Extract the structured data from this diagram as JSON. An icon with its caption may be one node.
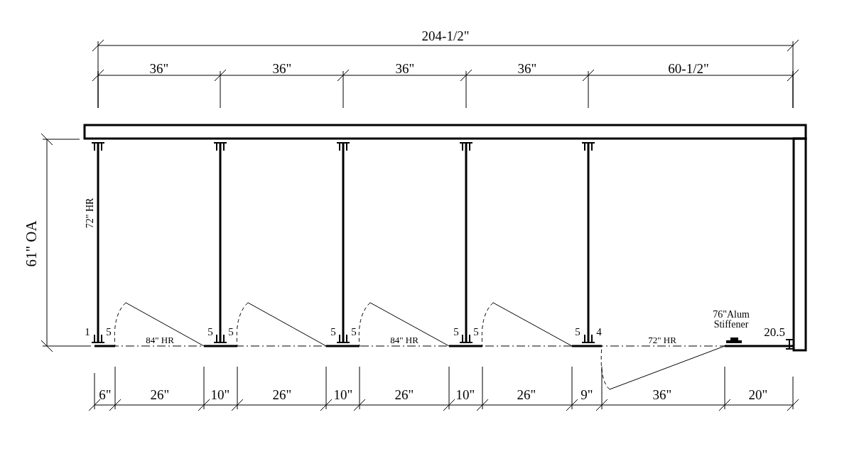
{
  "diagram": {
    "labels": [
      "204-1/2\"",
      "36\"",
      "36\"",
      "36\"",
      "36\"",
      "60-1/2\"",
      "61\" OA",
      "72\" HR",
      "76\"Alum Stiffener",
      "1",
      "5",
      "5",
      "5",
      "5",
      "5",
      "5",
      "5",
      "5",
      "4",
      "20.5",
      "84\" HR",
      "84\" HR",
      "72\" HR",
      "6\"",
      "26\"",
      "10\"",
      "26\"",
      "10\"",
      "26\"",
      "10\"",
      "26\"",
      "9\"",
      "36\"",
      "20\""
    ]
  }
}
